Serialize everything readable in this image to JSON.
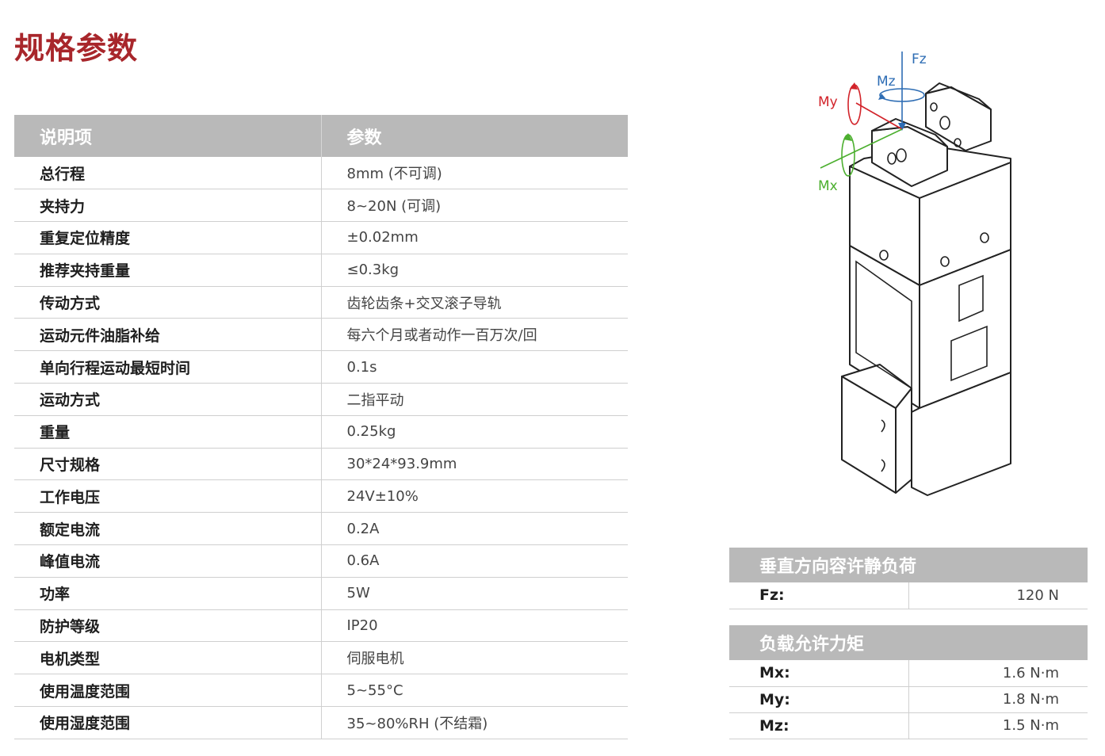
{
  "title": "规格参数",
  "spec_table": {
    "headers": [
      "说明项",
      "参数"
    ],
    "rows": [
      {
        "k": "总行程",
        "v": "8mm (不可调)"
      },
      {
        "k": "夹持力",
        "v": "8~20N (可调)"
      },
      {
        "k": "重复定位精度",
        "v": "±0.02mm"
      },
      {
        "k": "推荐夹持重量",
        "v": "≤0.3kg"
      },
      {
        "k": "传动方式",
        "v": "齿轮齿条+交叉滚子导轨"
      },
      {
        "k": "运动元件油脂补给",
        "v": "每六个月或者动作一百万次/回"
      },
      {
        "k": "单向行程运动最短时间",
        "v": "0.1s"
      },
      {
        "k": "运动方式",
        "v": "二指平动"
      },
      {
        "k": "重量",
        "v": "0.25kg"
      },
      {
        "k": "尺寸规格",
        "v": "30*24*93.9mm"
      },
      {
        "k": "工作电压",
        "v": "24V±10%"
      },
      {
        "k": "额定电流",
        "v": "0.2A"
      },
      {
        "k": "峰值电流",
        "v": "0.6A"
      },
      {
        "k": "功率",
        "v": "5W"
      },
      {
        "k": "防护等级",
        "v": "IP20"
      },
      {
        "k": "电机类型",
        "v": "伺服电机"
      },
      {
        "k": "使用温度范围",
        "v": "5~55°C"
      },
      {
        "k": "使用湿度范围",
        "v": "35~80%RH (不结霜)"
      }
    ]
  },
  "load_table": {
    "header": "垂直方向容许静负荷",
    "rows": [
      {
        "k": "Fz:",
        "v": "120 N"
      }
    ]
  },
  "moment_table": {
    "header": "负载允许力矩",
    "rows": [
      {
        "k": "Mx:",
        "v": "1.6 N·m"
      },
      {
        "k": "My:",
        "v": "1.8 N·m"
      },
      {
        "k": "Mz:",
        "v": "1.5 N·m"
      }
    ]
  },
  "diagram": {
    "labels": {
      "fz": "Fz",
      "mz": "Mz",
      "my": "My",
      "mx": "Mx"
    },
    "colors": {
      "fz": "#2e6db4",
      "mz": "#2e6db4",
      "my": "#d2232a",
      "mx": "#4caf2f",
      "title": "#a8262b"
    }
  }
}
